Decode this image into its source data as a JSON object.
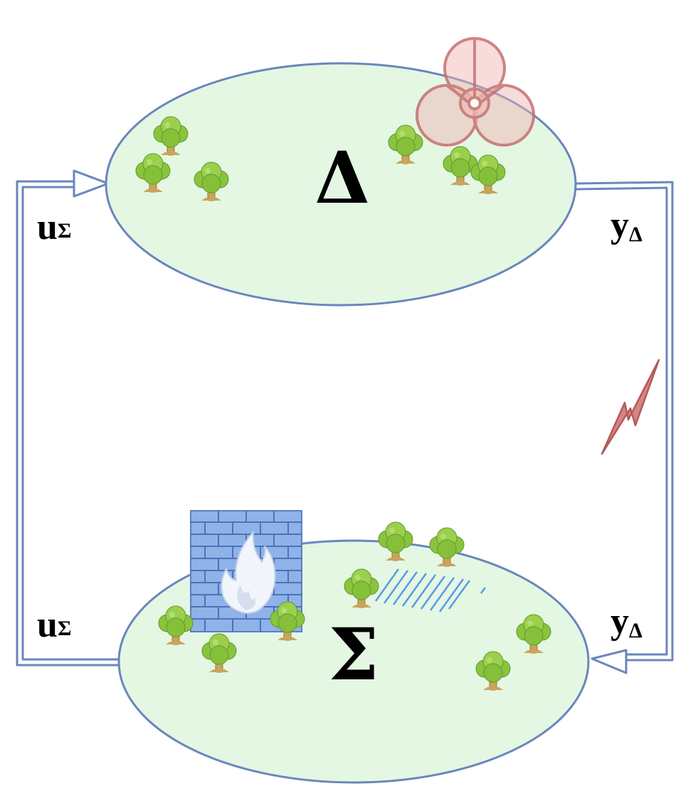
{
  "diagram": {
    "nodes": [
      {
        "id": "delta",
        "label": "Δ"
      },
      {
        "id": "sigma",
        "label": "Σ"
      }
    ],
    "edges": [
      {
        "from": "delta",
        "to": "sigma",
        "side": "right",
        "label_top": {
          "main": "y",
          "sub": "Δ"
        },
        "label_bottom": {
          "main": "y",
          "sub": "Δ"
        },
        "decoration": "lightning"
      },
      {
        "from": "sigma",
        "to": "delta",
        "side": "left",
        "label_top": {
          "main": "u",
          "sub": "Σ"
        },
        "label_bottom": {
          "main": "u",
          "sub": "Σ"
        }
      }
    ],
    "icons": [
      "biohazard-icon",
      "firewall-icon",
      "lightning-icon",
      "tree-icon"
    ],
    "colors": {
      "ellipse_fill": "#e3f7e3",
      "ellipse_stroke": "#6a86bd",
      "arrow_stroke": "#6a86bd",
      "biohazard": "#d88484",
      "lightning": "#c46464",
      "firewall": "#7aa2dd",
      "tree": "#8ac43e"
    }
  }
}
